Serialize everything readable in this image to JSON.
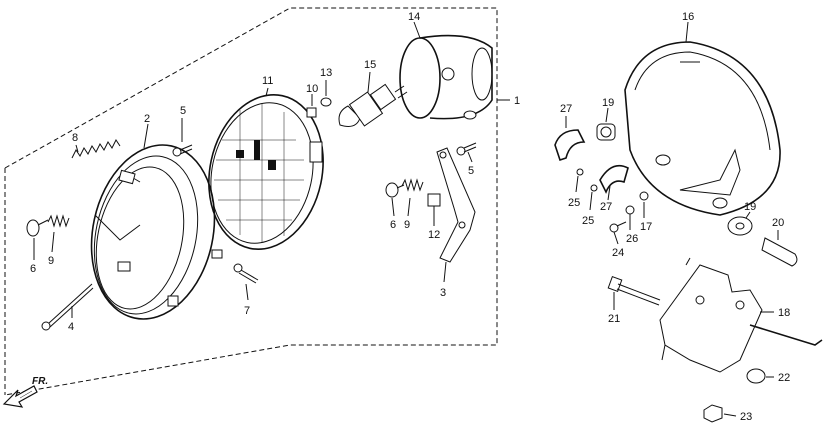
{
  "diagram": {
    "direction_label": "FR.",
    "callouts": {
      "c1": "1",
      "c2": "2",
      "c3": "3",
      "c4": "4",
      "c5a": "5",
      "c5b": "5",
      "c6a": "6",
      "c6b": "6",
      "c7": "7",
      "c8": "8",
      "c9a": "9",
      "c9b": "9",
      "c10": "10",
      "c11": "11",
      "c12": "12",
      "c13": "13",
      "c14": "14",
      "c15": "15",
      "c16": "16",
      "c17": "17",
      "c18": "18",
      "c19a": "19",
      "c19b": "19",
      "c20": "20",
      "c21": "21",
      "c22": "22",
      "c23": "23",
      "c24": "24",
      "c25a": "25",
      "c25b": "25",
      "c26": "26",
      "c27a": "27",
      "c27b": "27"
    }
  }
}
